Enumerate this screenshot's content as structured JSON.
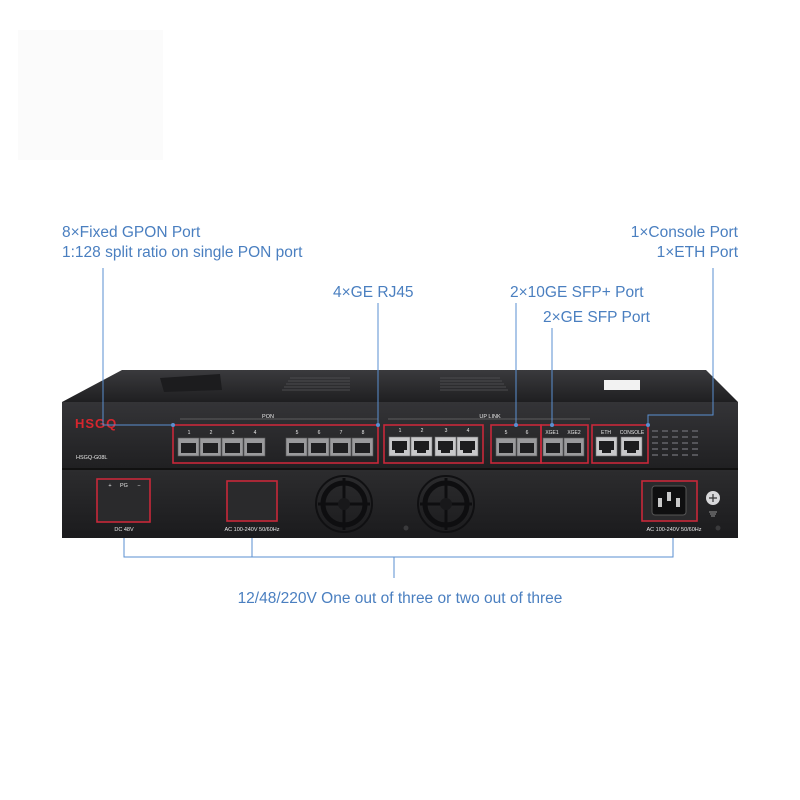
{
  "callouts": {
    "gpon_line1": "8×Fixed GPON Port",
    "gpon_line2": "1:128 split ratio on single PON port",
    "rj45": "4×GE RJ45",
    "sfp_plus": "2×10GE SFP+ Port",
    "ge_sfp": "2×GE SFP Port",
    "console_line1": "1×Console Port",
    "console_line2": "1×ETH Port",
    "power": "12/48/220V One out of three or two out of three"
  },
  "device": {
    "brand": "HSGQ",
    "model": "HSGQ-G08L",
    "pon_label": "PON",
    "uplink_label": "UP LINK",
    "pon_port_numbers": [
      "1",
      "2",
      "3",
      "4",
      "5",
      "6",
      "7",
      "8"
    ],
    "rj45_port_numbers": [
      "1",
      "2",
      "3",
      "4"
    ],
    "sfp_port_numbers": [
      "5",
      "6"
    ],
    "xge_labels": [
      "XGE1",
      "XGE2"
    ],
    "eth_label": "ETH",
    "console_label": "CONSOLE",
    "dc_label": "DC 48V",
    "dc_polarity": [
      "+",
      "PG",
      "−"
    ],
    "ac_mid_label": "AC 100-240V 50/60Hz",
    "ac_right_label": "AC 100-240V 50/60Hz"
  },
  "colors": {
    "callout_text": "#4a7fc0",
    "leader_line": "#5a8fd0",
    "highlight_box": "#c8283a",
    "brand": "#d8262e",
    "chassis": "#2a2a2c"
  }
}
